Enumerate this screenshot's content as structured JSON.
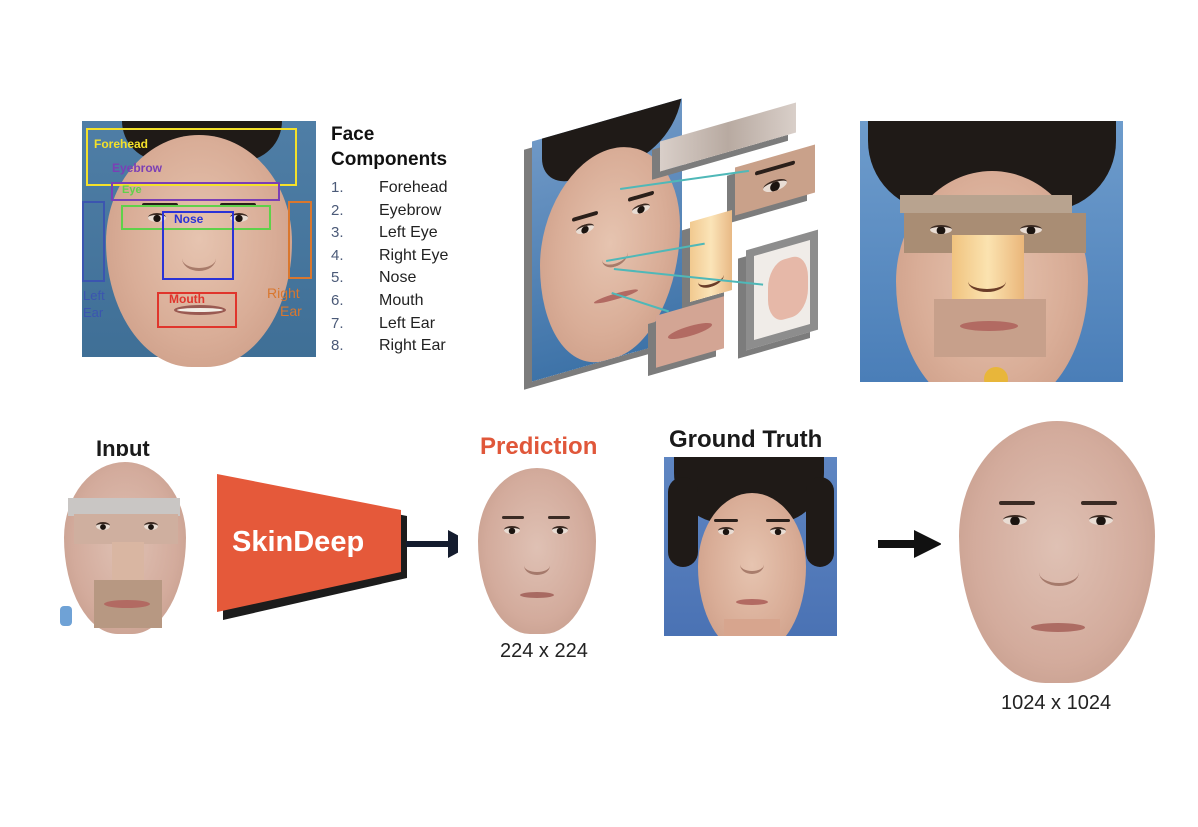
{
  "legend": {
    "title_line1": "Face",
    "title_line2": "Components",
    "items": [
      {
        "num": "1.",
        "label": "Forehead"
      },
      {
        "num": "2.",
        "label": "Eyebrow"
      },
      {
        "num": "3.",
        "label": "Left Eye"
      },
      {
        "num": "4.",
        "label": "Right Eye"
      },
      {
        "num": "5.",
        "label": "Nose"
      },
      {
        "num": "6.",
        "label": "Mouth"
      },
      {
        "num": "7.",
        "label": "Left Ear"
      },
      {
        "num": "8.",
        "label": "Right Ear"
      }
    ]
  },
  "annotation_labels": {
    "forehead": "Forehead",
    "eyebrow": "Eyebrow",
    "eye": "Eye",
    "nose": "Nose",
    "mouth": "Mouth",
    "left_ear_1": "Left",
    "left_ear_2": "Ear",
    "right_ear_1": "Right",
    "right_ear_2": "Ear"
  },
  "annotation_colors": {
    "forehead": "#f4e12a",
    "eyebrow": "#7b3fb5",
    "eye": "#5fd14a",
    "nose": "#2a32d6",
    "mouth": "#e0352c",
    "left_ear": "#3b55b0",
    "right_ear": "#d9772e"
  },
  "pipeline": {
    "input_label": "Input",
    "model_label": "SkinDeep",
    "model_color": "#e5593a",
    "prediction_label": "Prediction",
    "prediction_color": "#e0573a",
    "ground_truth_label": "Ground Truth",
    "prediction_size": "224 x 224",
    "upscaled_size": "1024 x 1024"
  }
}
